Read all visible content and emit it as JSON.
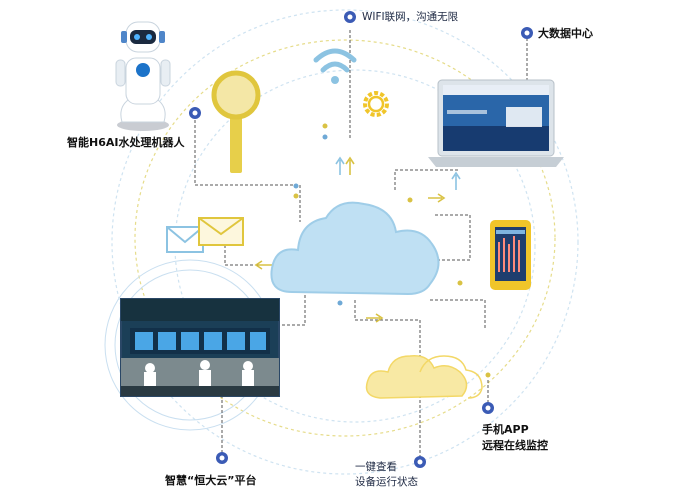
{
  "labels": {
    "wifi": "WIFI联网，沟通无限",
    "bigdata": "大数据中心",
    "robot": "智能H6AI水处理机器人",
    "app_line1": "手机APP",
    "app_line2": "远程在线监控",
    "platform": "智慧“恒大云”平台",
    "check_line1": "一键查看",
    "check_line2": "设备运行状态"
  },
  "colors": {
    "cloud": "#bfe0f3",
    "cloud_outline": "#8cc3e2",
    "yellow": "#f3d867",
    "accent_blue": "#3b5bb5",
    "dot_blue": "#6fa9d6",
    "dot_yellow": "#d9c244"
  },
  "icons": [
    "wifi-icon",
    "gear-icon",
    "magnifier-icon",
    "envelope-icon",
    "laptop-icon",
    "phone-icon",
    "robot-icon",
    "cloud-icon",
    "screen-photo"
  ]
}
